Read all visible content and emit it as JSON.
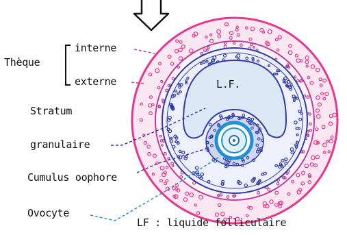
{
  "diagram": {
    "labels": {
      "theque": "Thèque",
      "interne": "interne",
      "externe": "externe",
      "stratum": "Stratum",
      "granulaire": "granulaire",
      "cumulus": "Cumulus oophore",
      "ovocyte": "Ovocyte",
      "lf_center": "L.F.",
      "legend": "LF : liquide folliculaire"
    },
    "colors": {
      "theca_externa": "#e8358e",
      "theca_interna": "#c23b9a",
      "granulosa": "#2f3aa8",
      "antrum_fill": "#dce8f6",
      "zona_pellucida": "#1f8fd6",
      "oocyte_nucleus": "#1b6fb8",
      "ink": "#111111"
    },
    "icons": [
      "down-arrow-icon"
    ]
  }
}
